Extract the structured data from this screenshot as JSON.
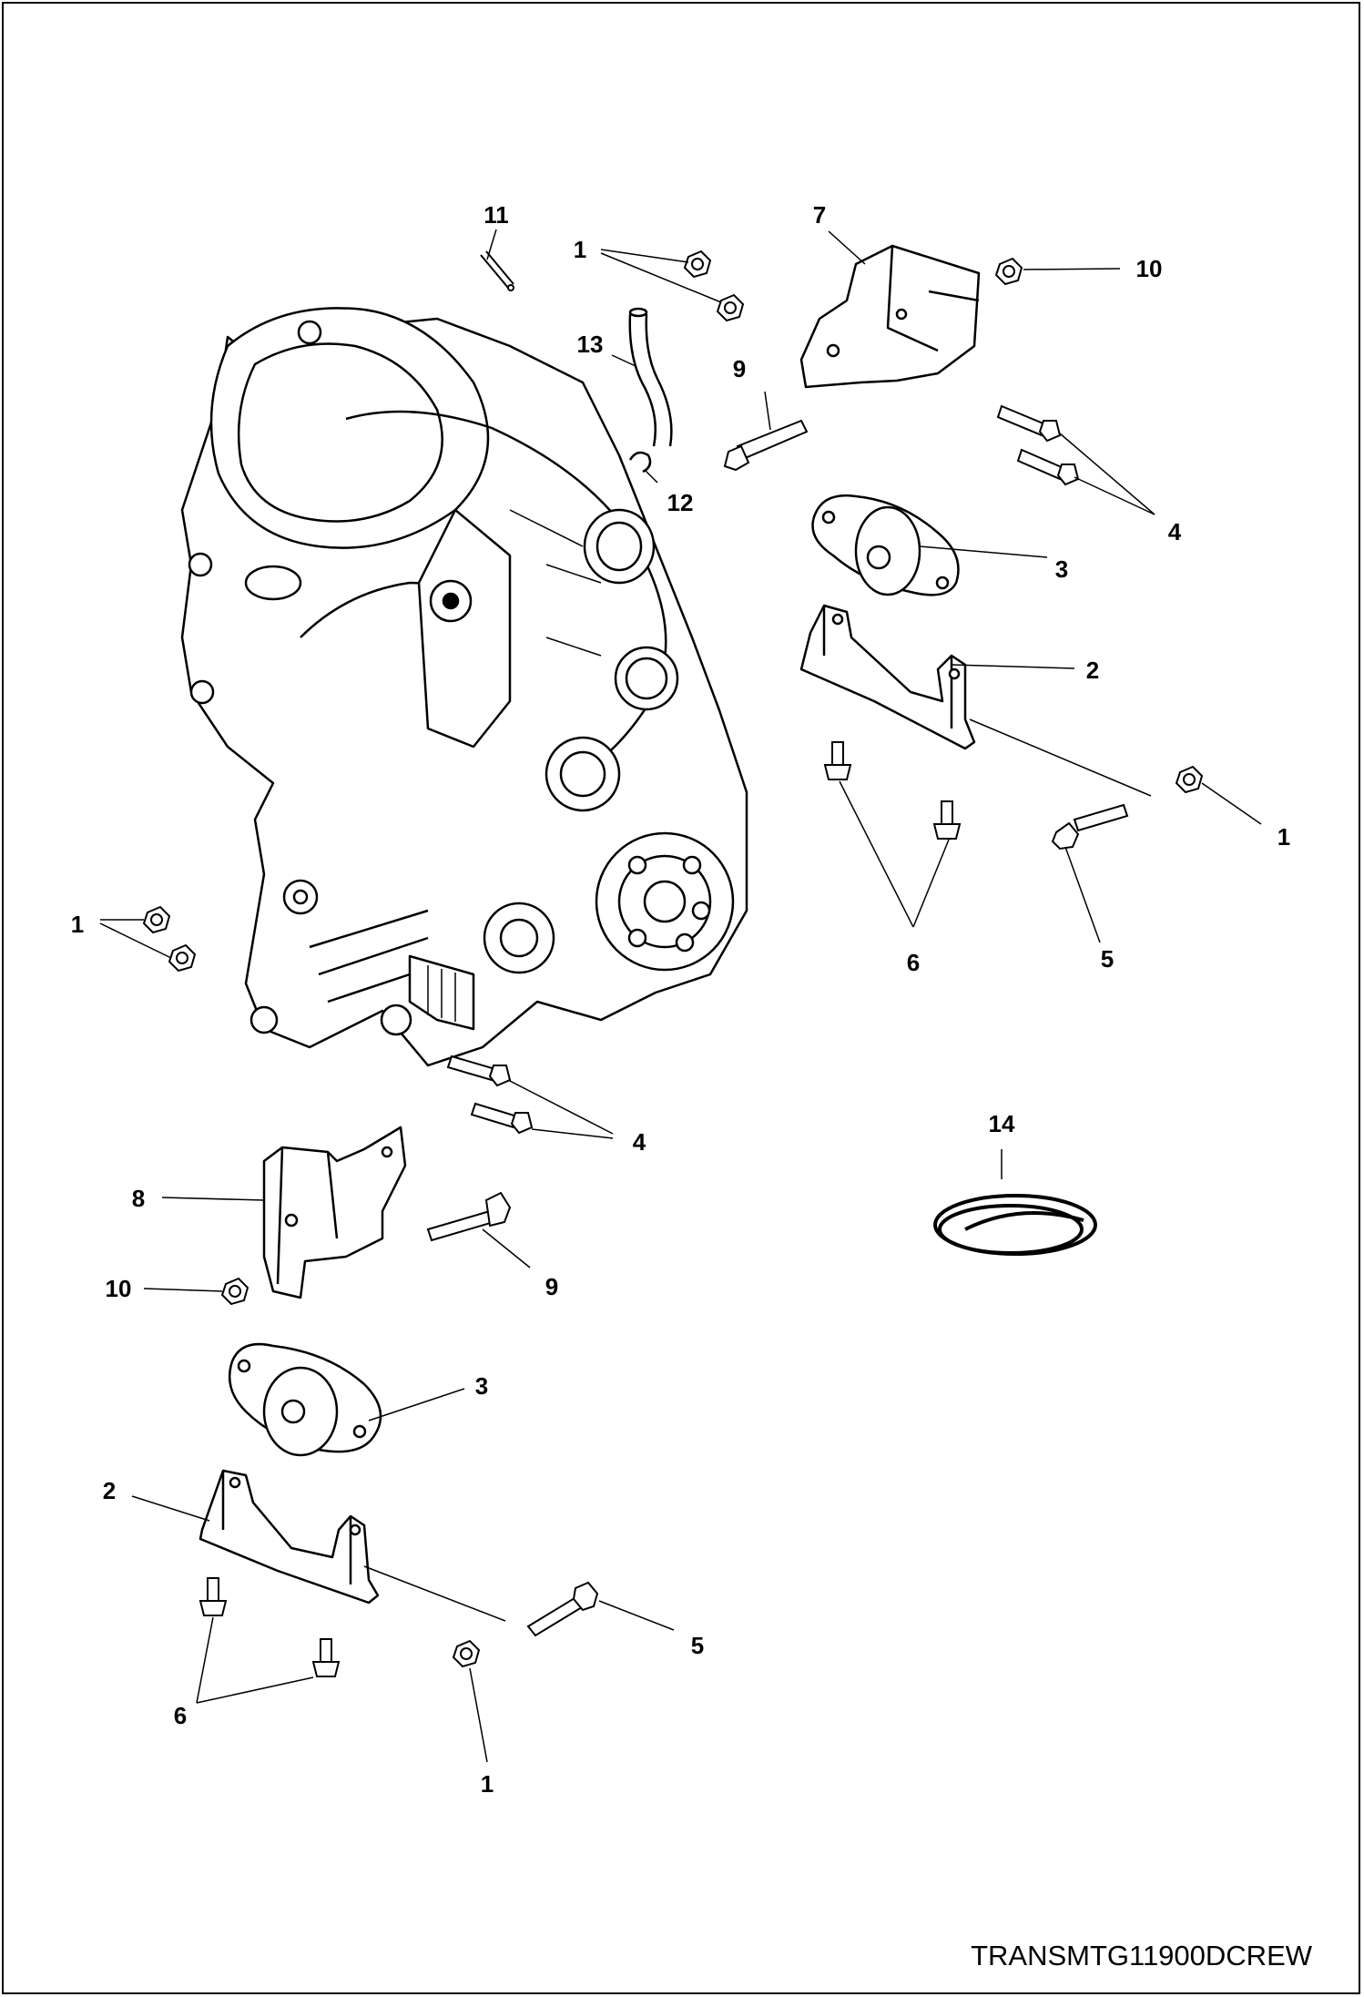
{
  "drawing_code": "TRANSMTG11900DCREW",
  "callouts": [
    {
      "id": "c11a",
      "label": "11"
    },
    {
      "id": "c1a",
      "label": "1"
    },
    {
      "id": "c7",
      "label": "7"
    },
    {
      "id": "c10a",
      "label": "10"
    },
    {
      "id": "c13",
      "label": "13"
    },
    {
      "id": "c9a",
      "label": "9"
    },
    {
      "id": "c12",
      "label": "12"
    },
    {
      "id": "c4a",
      "label": "4"
    },
    {
      "id": "c3a",
      "label": "3"
    },
    {
      "id": "c2a",
      "label": "2"
    },
    {
      "id": "c1b",
      "label": "1"
    },
    {
      "id": "c6a",
      "label": "6"
    },
    {
      "id": "c5a",
      "label": "5"
    },
    {
      "id": "c1c",
      "label": "1"
    },
    {
      "id": "c4b",
      "label": "4"
    },
    {
      "id": "c14",
      "label": "14"
    },
    {
      "id": "c8",
      "label": "8"
    },
    {
      "id": "c9b",
      "label": "9"
    },
    {
      "id": "c10b",
      "label": "10"
    },
    {
      "id": "c3b",
      "label": "3"
    },
    {
      "id": "c2b",
      "label": "2"
    },
    {
      "id": "c5b",
      "label": "5"
    },
    {
      "id": "c6b",
      "label": "6"
    },
    {
      "id": "c1d",
      "label": "1"
    }
  ]
}
